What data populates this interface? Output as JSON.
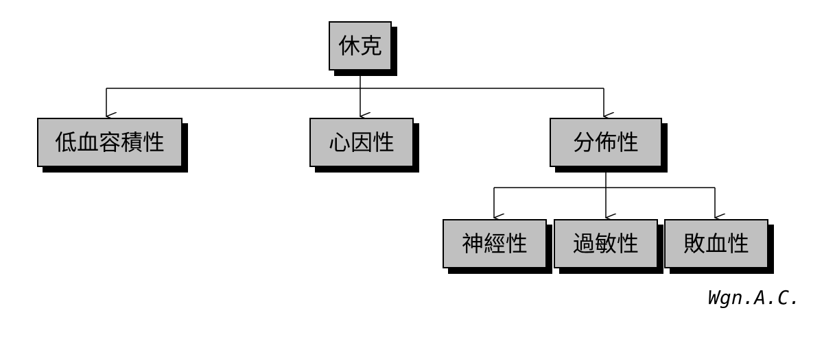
{
  "diagram": {
    "root": {
      "label": "休克"
    },
    "level1": [
      {
        "label": "低血容積性"
      },
      {
        "label": "心因性"
      },
      {
        "label": "分佈性"
      }
    ],
    "level2": [
      {
        "label": "神經性"
      },
      {
        "label": "過敏性"
      },
      {
        "label": "敗血性"
      }
    ]
  },
  "colors": {
    "box_fill": "#c0c0c0",
    "box_border": "#000000",
    "shadow": "#000000",
    "connector": "#000000",
    "background": "#ffffff"
  },
  "signature": "Wgn.A.C."
}
